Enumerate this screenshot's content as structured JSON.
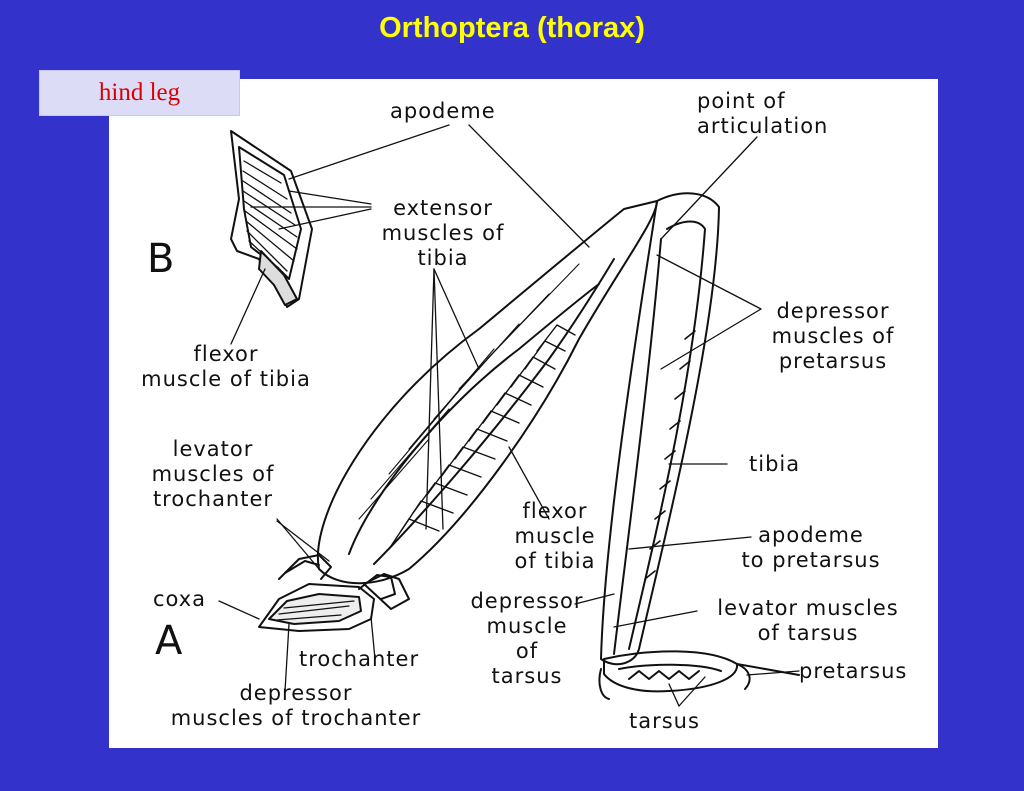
{
  "slide": {
    "title": "Orthoptera (thorax)",
    "tag": "hind leg",
    "title_color": "#ffff00",
    "background_color": "#3333cc",
    "tag_text_color": "#d80000"
  },
  "figure": {
    "panel_letters": {
      "a": "A",
      "b": "B"
    },
    "labels": {
      "apodeme": "apodeme",
      "point_of_articulation": [
        "point of",
        "articulation"
      ],
      "extensor_muscles_of_tibia": [
        "extensor",
        "muscles of",
        "tibia"
      ],
      "flexor_muscle_of_tibia_b": [
        "flexor",
        "muscle of tibia"
      ],
      "depressor_muscles_of_pretarsus": [
        "depressor",
        "muscles of",
        "pretarsus"
      ],
      "levator_muscles_of_trochanter": [
        "levator",
        "muscles of",
        "trochanter"
      ],
      "tibia": "tibia",
      "flexor_muscle_of_tibia_a": [
        "flexor",
        "muscle",
        "of tibia"
      ],
      "apodeme_to_pretarsus": [
        "apodeme",
        "to pretarsus"
      ],
      "coxa": "coxa",
      "depressor_muscle_of_tarsus": [
        "depressor",
        "muscle",
        "of",
        "tarsus"
      ],
      "levator_muscles_of_tarsus": [
        "levator muscles",
        "of tarsus"
      ],
      "trochanter": "trochanter",
      "pretarsus": "pretarsus",
      "depressor_muscles_of_trochanter": [
        "depressor",
        "muscles of trochanter"
      ],
      "tarsus": "tarsus"
    }
  }
}
